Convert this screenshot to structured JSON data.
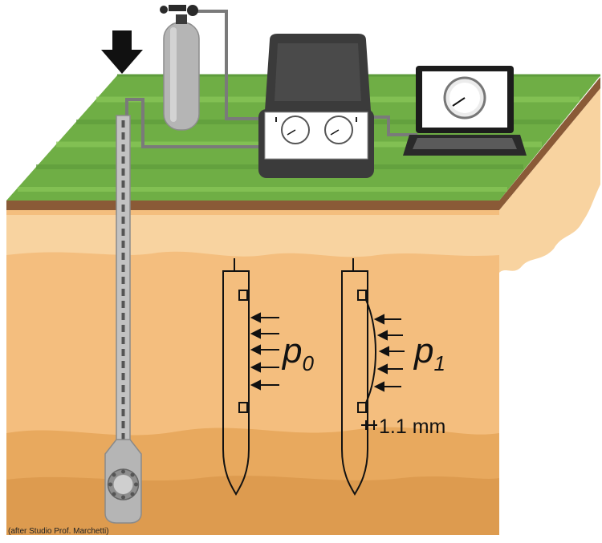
{
  "labels": {
    "pressure_initial": "p",
    "pressure_initial_sub": "0",
    "pressure_expanded": "p",
    "pressure_expanded_sub": "1",
    "membrane_displacement": "1.1 mm"
  },
  "credit": "(after Studio Prof. Marchetti)",
  "colors": {
    "grass_dark": "#5e9c3c",
    "grass_light": "#7cc04e",
    "soil_top": "#f6c98f",
    "soil_mid": "#f2b36a",
    "soil_deep": "#e3a256",
    "topsoil_band": "#8a5a37",
    "cable": "#7a7a7a",
    "case": "#3b3b3b",
    "probe": "#b5b5b5",
    "arrow": "#111111"
  },
  "icons": {
    "load_arrow": "arrow-down-icon",
    "gas_tank": "gas-cylinder-icon",
    "control_unit": "control-box-icon",
    "laptop": "laptop-icon",
    "gauge": "gauge-icon"
  }
}
